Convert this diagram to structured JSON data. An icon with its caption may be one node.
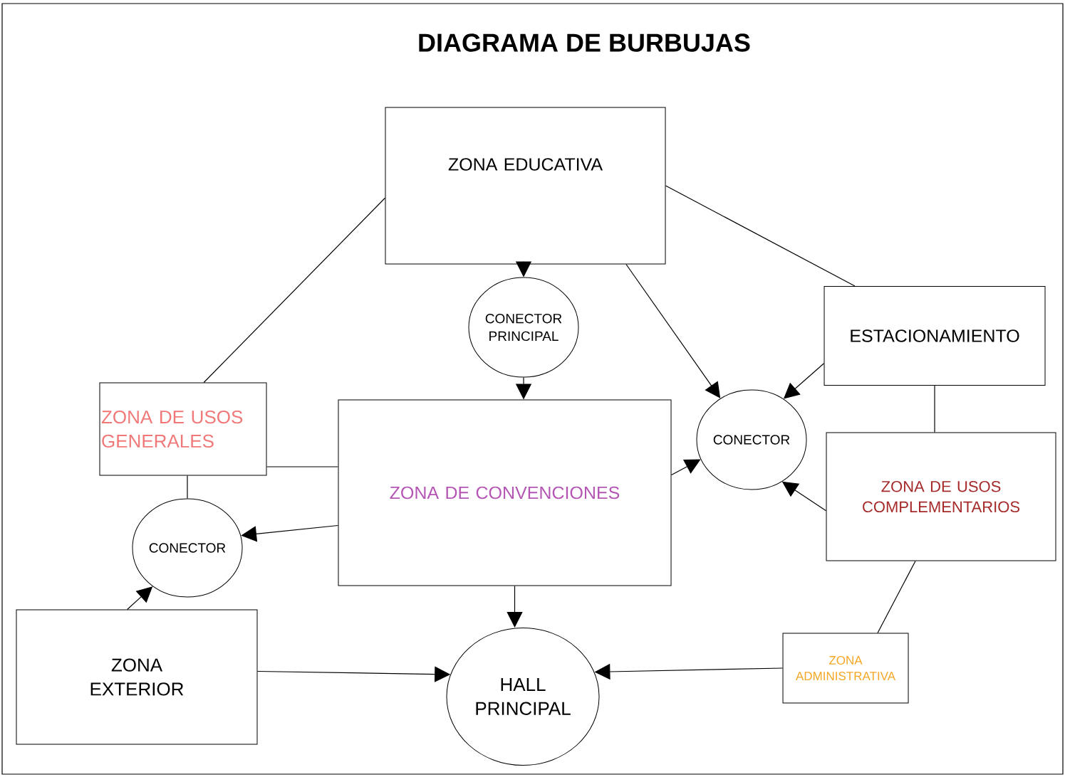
{
  "diagram": {
    "title": "DIAGRAMA DE BURBUJAS",
    "nodes": [
      {
        "text": [
          "ZONA EDUCATIVA"
        ]
      },
      {
        "text": [
          "CONECTOR PRINCIPAL"
        ]
      },
      {
        "text": [
          "ESTACIONAMIENTO"
        ]
      },
      {
        "text": [
          "ZONA DE USOS GENERALES"
        ]
      },
      {
        "text": [
          "ZONA DE CONVENCIONES"
        ]
      },
      {
        "text": [
          "CONECTOR"
        ]
      },
      {
        "text": [
          "ZONA DE USOS COMPLEMENTARIOS"
        ]
      },
      {
        "text": [
          "CONECTOR"
        ]
      },
      {
        "text": [
          "ZONA EXTERIOR"
        ]
      },
      {
        "text": [
          "HALL PRINCIPAL"
        ]
      },
      {
        "text": [
          "ZONA ADMINISTRATIVA"
        ]
      }
    ],
    "edges": [
      {
        "from": 0,
        "to": 1,
        "arrow": "to"
      },
      {
        "from": 1,
        "to": 4,
        "arrow": "to"
      },
      {
        "from": 0,
        "to": 3,
        "arrow": "none"
      },
      {
        "from": 0,
        "to": 2,
        "arrow": "none"
      },
      {
        "from": 0,
        "to": 5,
        "arrow": "to"
      },
      {
        "from": 2,
        "to": 5,
        "arrow": "to"
      },
      {
        "from": 2,
        "to": 6,
        "arrow": "none"
      },
      {
        "from": 3,
        "to": 4,
        "arrow": "none"
      },
      {
        "from": 3,
        "to": 7,
        "arrow": "none"
      },
      {
        "from": 4,
        "to": 7,
        "arrow": "to"
      },
      {
        "from": 4,
        "to": 5,
        "arrow": "to"
      },
      {
        "from": 6,
        "to": 5,
        "arrow": "to"
      },
      {
        "from": 8,
        "to": 7,
        "arrow": "to"
      },
      {
        "from": 4,
        "to": 9,
        "arrow": "to"
      },
      {
        "from": 8,
        "to": 9,
        "arrow": "to"
      },
      {
        "from": 10,
        "to": 9,
        "arrow": "to"
      },
      {
        "from": 6,
        "to": 10,
        "arrow": "none"
      }
    ]
  }
}
